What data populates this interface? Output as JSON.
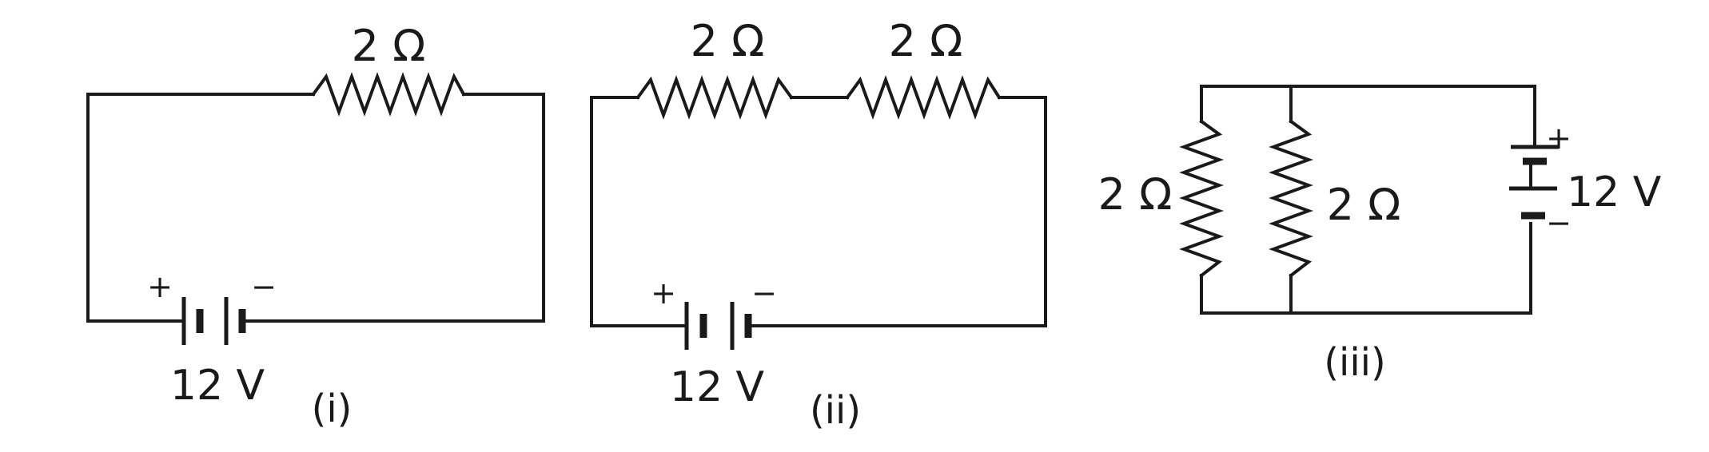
{
  "circuits": [
    {
      "caption": "(i)",
      "resistors": [
        {
          "label": "2 Ω"
        }
      ],
      "battery": {
        "label": "12 V",
        "plus": "+",
        "minus": "−"
      }
    },
    {
      "caption": "(ii)",
      "resistors": [
        {
          "label": "2 Ω"
        },
        {
          "label": "2 Ω"
        }
      ],
      "battery": {
        "label": "12 V",
        "plus": "+",
        "minus": "−"
      }
    },
    {
      "caption": "(iii)",
      "resistors": [
        {
          "label": "2 Ω"
        },
        {
          "label": "2 Ω"
        }
      ],
      "battery": {
        "label": "12 V",
        "plus": "+",
        "minus": "−"
      }
    }
  ],
  "colors": {
    "ink": "#1a1a1a",
    "background": "#ffffff"
  }
}
